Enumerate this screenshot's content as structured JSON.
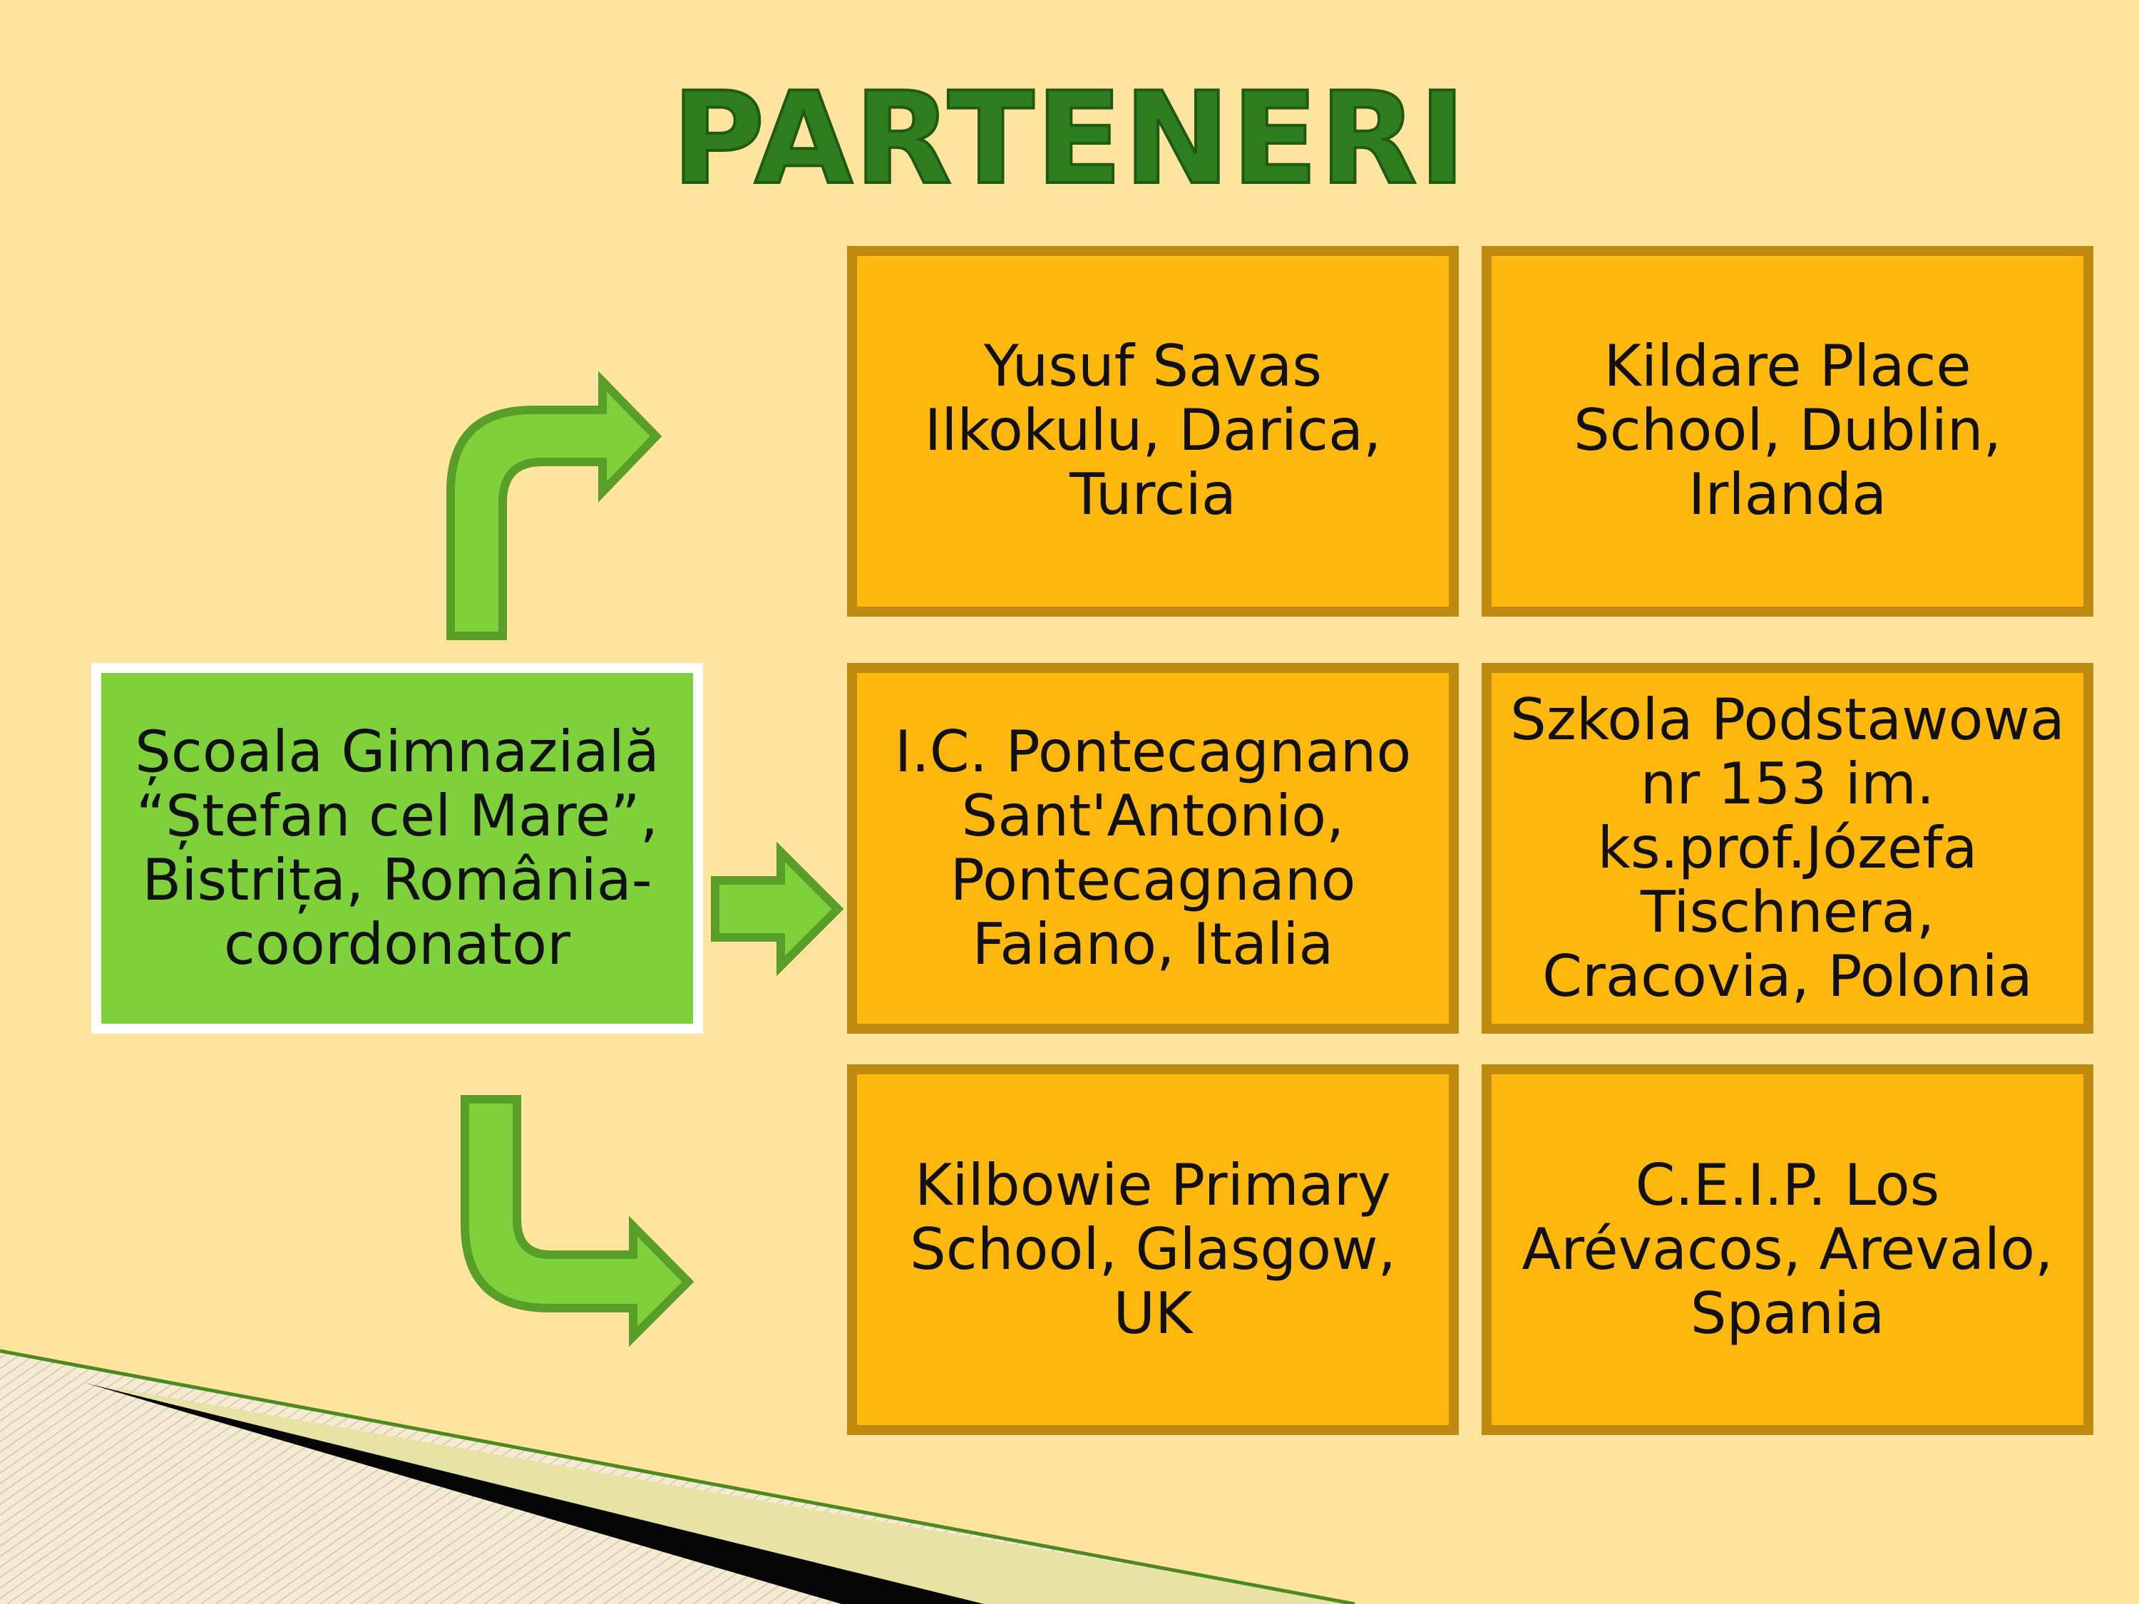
{
  "title": "PARTENERI",
  "coordinator": {
    "text": "Școala Gimnazială\n“Ștefan cel Mare”,\nBistrița, România-\ncoordonator"
  },
  "partners": [
    {
      "text": "Yusuf Savas\nIlkokulu, Darica,\nTurcia"
    },
    {
      "text": "Kildare Place\nSchool, Dublin,\nIrlanda"
    },
    {
      "text": "I.C. Pontecagnano\nSant'Antonio,\nPontecagnano\nFaiano, Italia"
    },
    {
      "text": "Szkola Podstawowa\nnr 153 im.\nks.prof.Józefa\nTischnera,\nCracovia, Polonia"
    },
    {
      "text": "Kilbowie Primary\nSchool, Glasgow,\nUK"
    },
    {
      "text": "C.E.I.P. Los\nArévacos, Arevalo,\nSpania"
    }
  ],
  "colors": {
    "background": "#FFE49E",
    "title": "#2E7D1E",
    "coordinator_fill": "#7FD13B",
    "partner_fill": "#FEB70C",
    "partner_border": "#BE8A10",
    "arrow_fill": "#7FD13B",
    "arrow_outline": "#5A9E2A"
  }
}
